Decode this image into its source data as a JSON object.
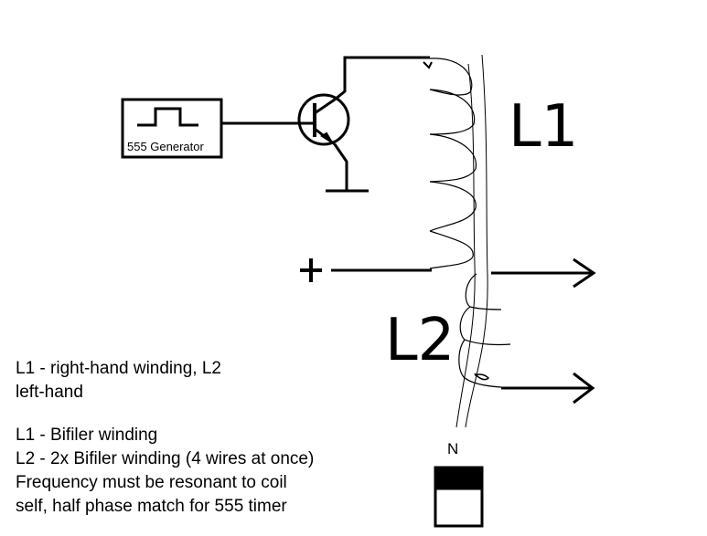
{
  "generator": {
    "label": "555 Generator"
  },
  "coils": {
    "l1_label": "L1",
    "l2_label": "L2"
  },
  "supply": {
    "plus_symbol": "+"
  },
  "magnet": {
    "pole_label": "N"
  },
  "notes": {
    "winding_direction": [
      "L1 - right-hand winding, L2",
      "left-hand"
    ],
    "details": [
      "L1 - Bifiler winding",
      "L2 - 2x Bifiler winding (4 wires at once)",
      "Frequency must be resonant to coil",
      "self, half phase match for 555 timer"
    ]
  },
  "colors": {
    "ink": "#000000",
    "background": "#ffffff"
  }
}
